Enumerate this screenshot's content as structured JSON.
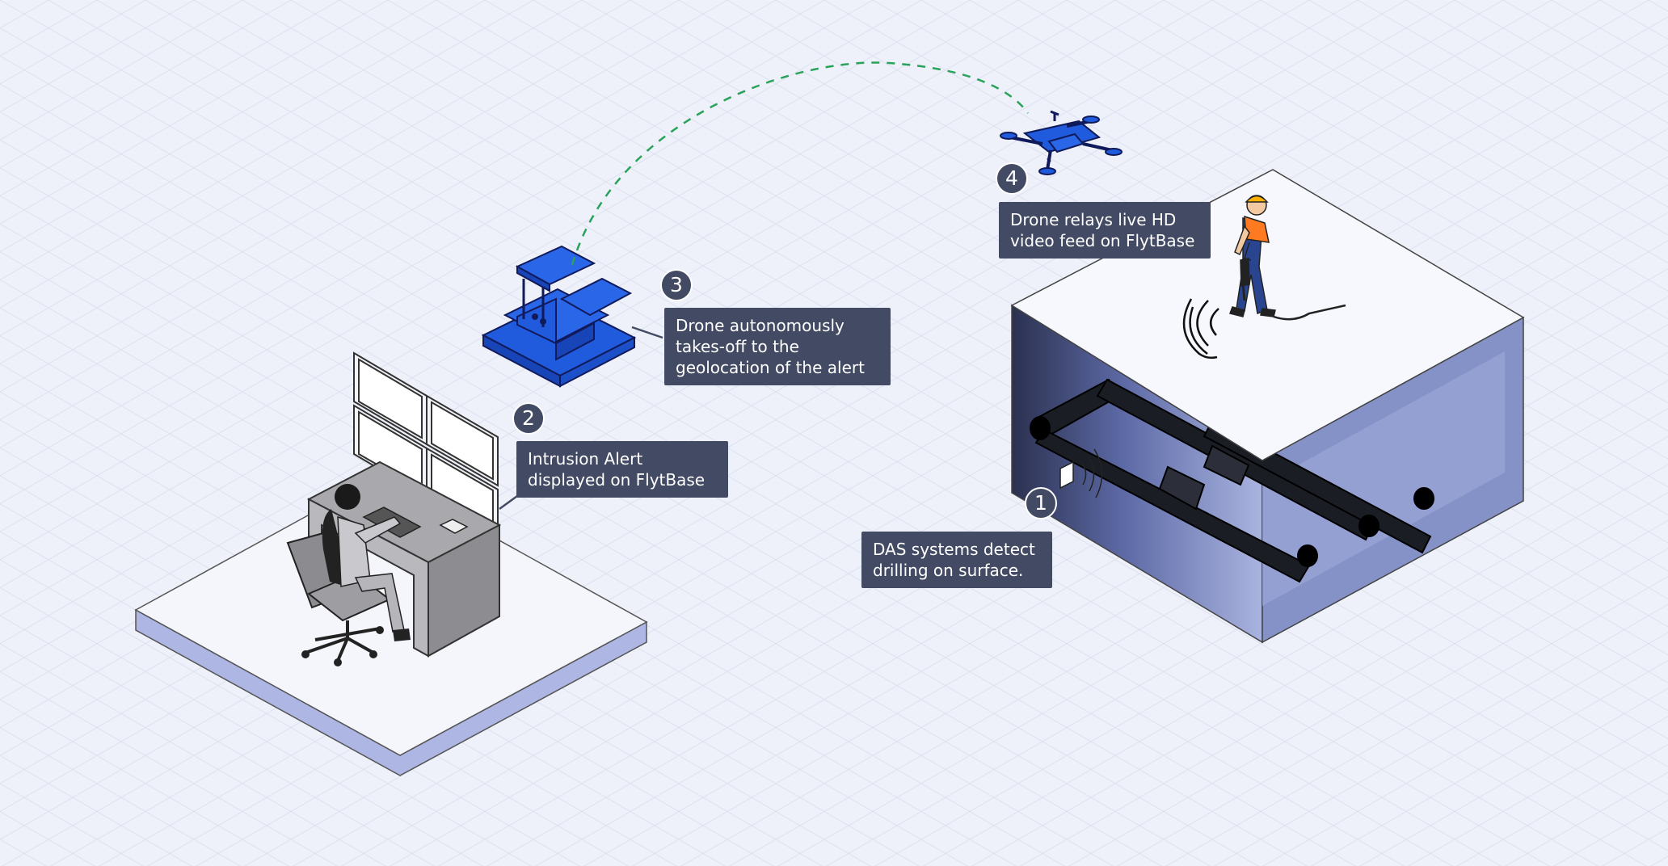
{
  "steps": [
    {
      "number": "1",
      "lines": [
        "DAS systems detect",
        "drilling on surface."
      ]
    },
    {
      "number": "2",
      "lines": [
        "Intrusion Alert",
        "displayed on FlytBase"
      ]
    },
    {
      "number": "3",
      "lines": [
        "Drone autonomously",
        "takes-off to the",
        "geolocation of the alert"
      ]
    },
    {
      "number": "4",
      "lines": [
        "Drone relays live HD",
        "video feed on FlytBase"
      ]
    }
  ],
  "colors": {
    "background": "#eef1fa",
    "label_background": "#434a63",
    "label_text": "#ffffff",
    "drone_and_dock": "#1f5bdc",
    "flight_path": "#2aa35a",
    "underground": "#6c78b4",
    "pipeline": "#1b1d24"
  },
  "icons": [
    "control-room-operator",
    "drone-dock",
    "drone",
    "worker-with-drill",
    "das-sensor",
    "pipeline"
  ]
}
